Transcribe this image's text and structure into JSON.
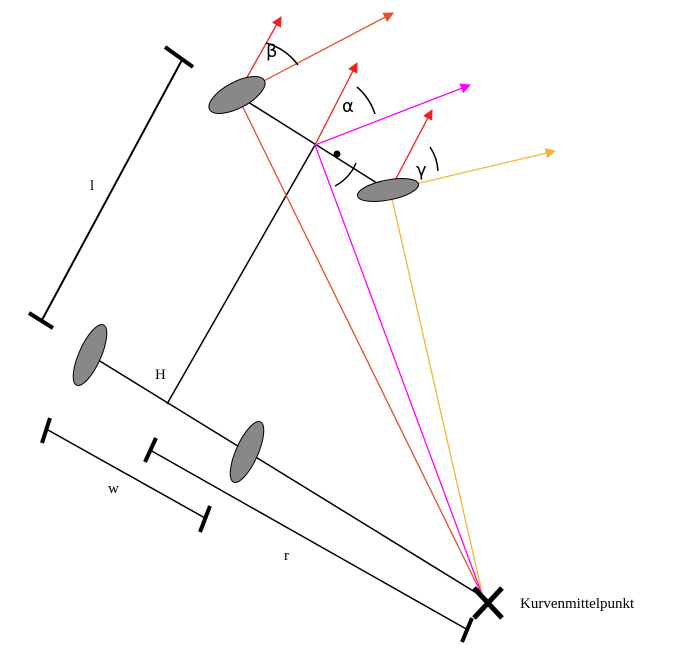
{
  "labels": {
    "l": "l",
    "H": "H",
    "w": "w",
    "r": "r",
    "beta": "β",
    "alpha": "α",
    "gamma": "γ",
    "center": "Kurvenmittelpunkt"
  },
  "colors": {
    "line": "#000000",
    "wheel": "#888888",
    "red": "#ee2222",
    "orange_red": "#e2502c",
    "magenta": "#ff00ff",
    "yellow": "#f5b433"
  }
}
